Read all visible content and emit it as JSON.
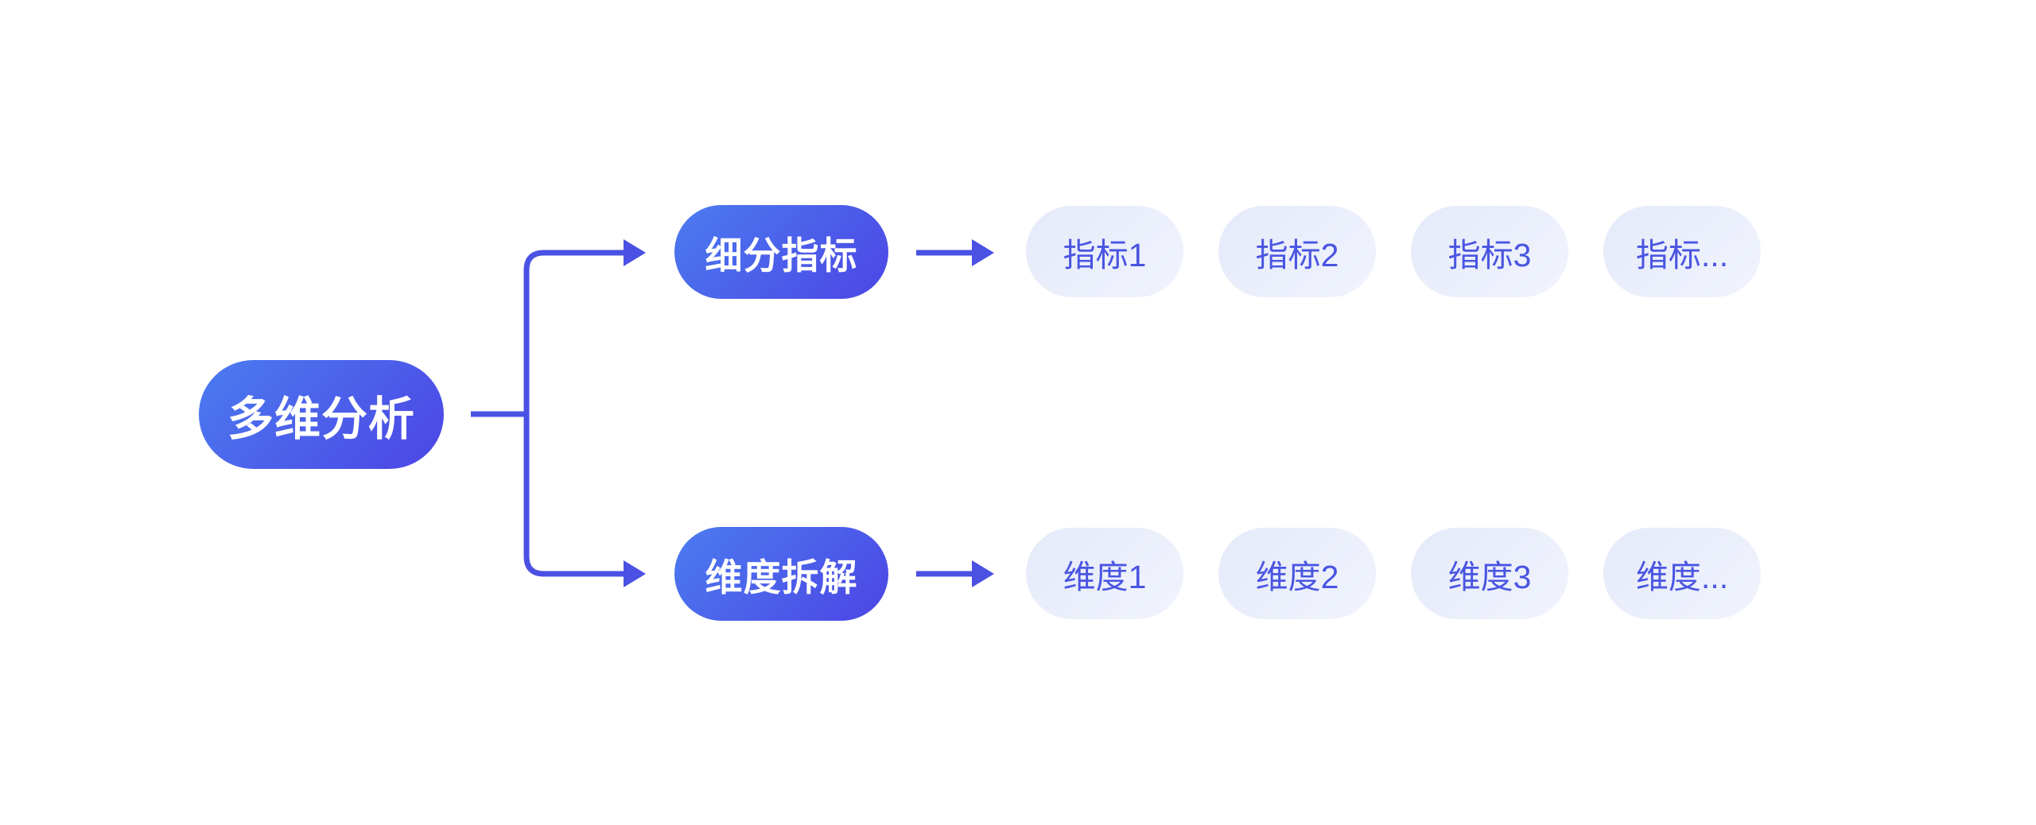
{
  "diagram": {
    "root": {
      "label": "多维分析"
    },
    "branches": [
      {
        "label": "细分指标",
        "children": [
          "指标1",
          "指标2",
          "指标3",
          "指标..."
        ]
      },
      {
        "label": "维度拆解",
        "children": [
          "维度1",
          "维度2",
          "维度3",
          "维度..."
        ]
      }
    ],
    "colors": {
      "node_gradient_start": "#4b7cf0",
      "node_gradient_end": "#4c45e5",
      "node_text": "#ffffff",
      "leaf_background_start": "#e5eaf9",
      "leaf_background_end": "#f1f4fd",
      "leaf_text": "#4a55e1",
      "connector": "#4a51e3",
      "canvas_background": "#ffffff"
    }
  }
}
